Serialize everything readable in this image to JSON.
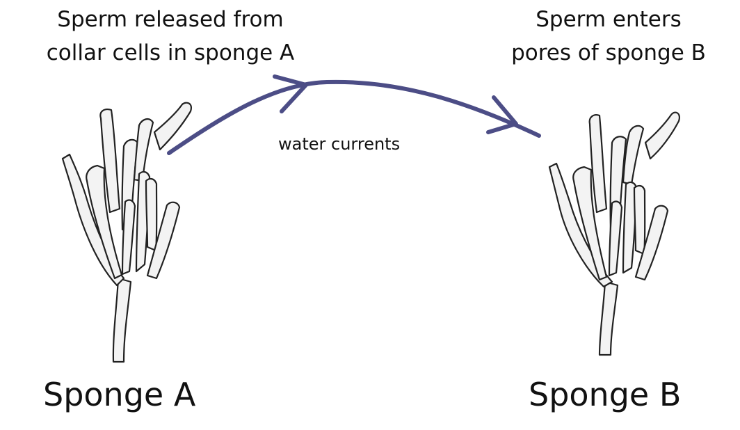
{
  "caption_left": {
    "line1": "Sperm released from",
    "line2": "collar cells in sponge A"
  },
  "caption_right": {
    "line1": "Sperm enters",
    "line2": "pores of sponge B"
  },
  "arrow_label": "water currents",
  "sponge_a": {
    "label": "Sponge A"
  },
  "sponge_b": {
    "label": "Sponge B"
  },
  "colors": {
    "arrow": "#4c4d86",
    "ink": "#111111",
    "background": "#ffffff"
  }
}
